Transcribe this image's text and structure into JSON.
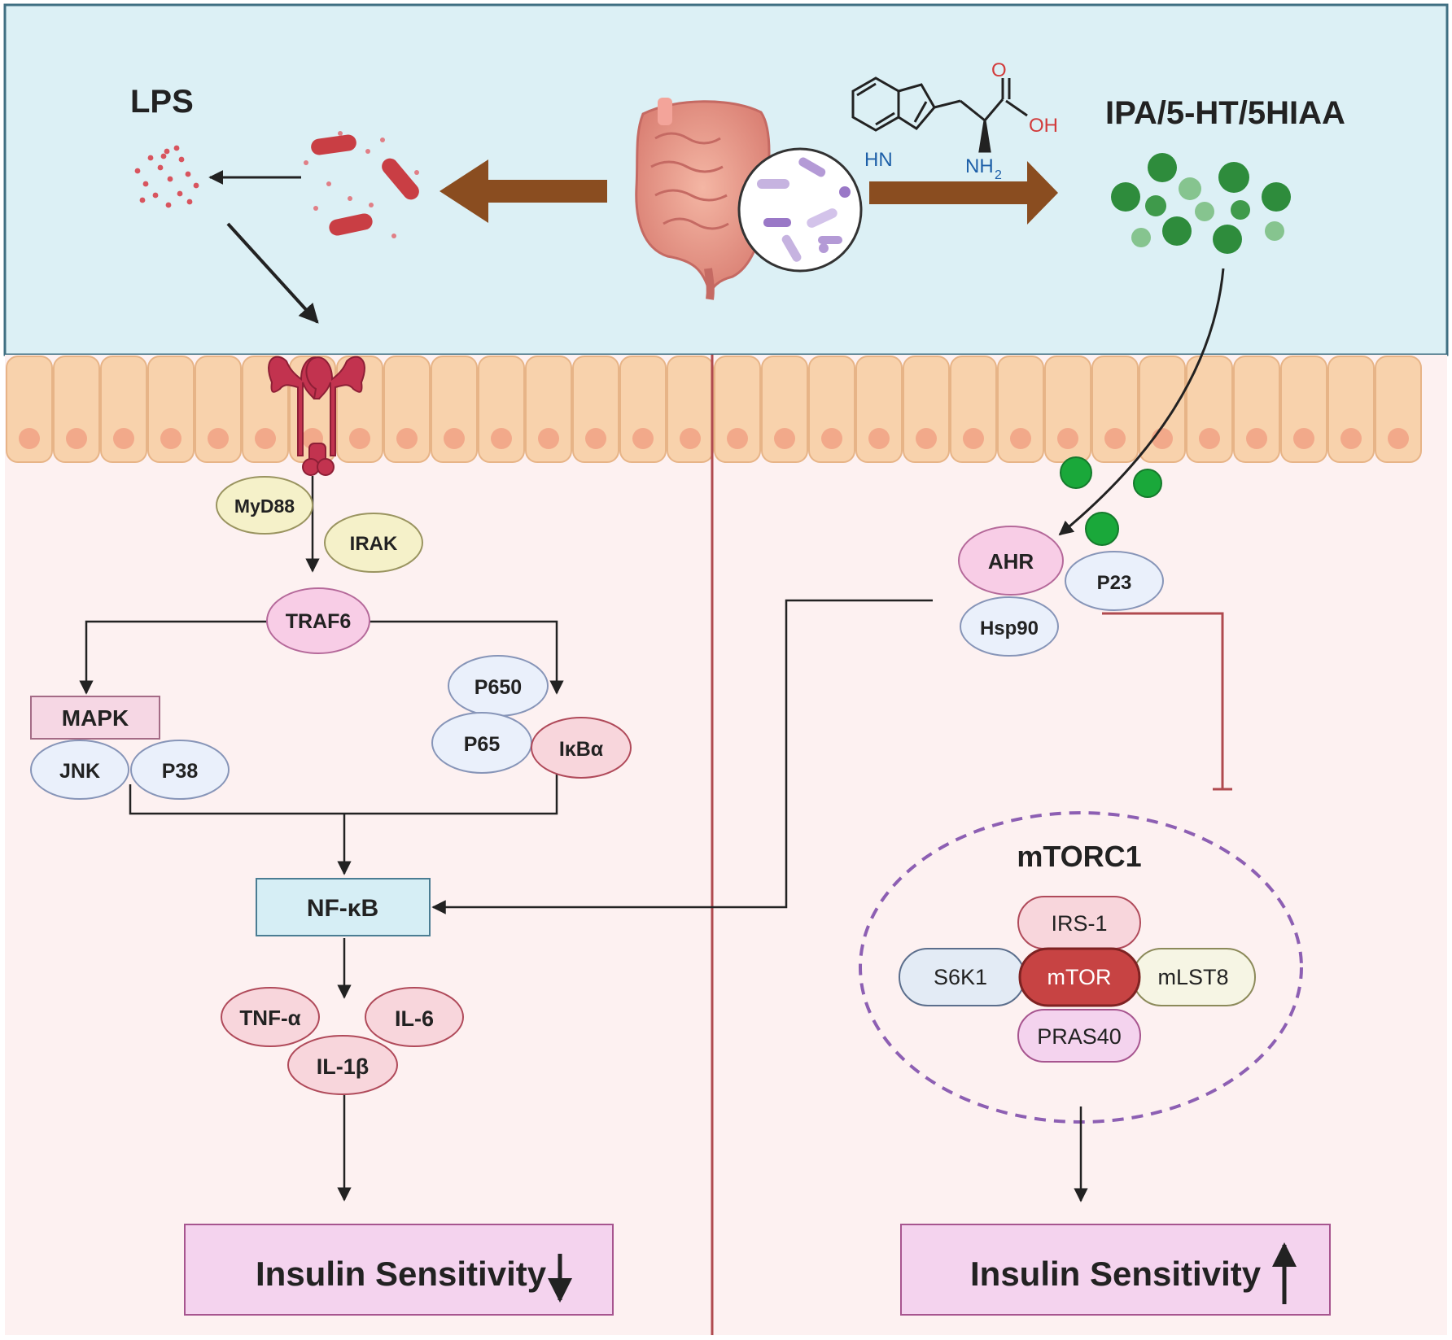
{
  "lumen": {
    "lps_label": "LPS",
    "metabolites_label": "IPA/5-HT/5HIAA",
    "molecule": {
      "hn": "HN",
      "nh2": "NH",
      "nh2_sub": "2",
      "o": "O",
      "oh": "OH"
    }
  },
  "left_pathway": {
    "myd88": "MyD88",
    "irak": "IRAK",
    "traf6": "TRAF6",
    "mapk": "MAPK",
    "jnk": "JNK",
    "p38": "P38",
    "p650": "P650",
    "p65": "P65",
    "ikba": "IκBα",
    "nfkb": "NF-κB",
    "tnfa": "TNF-α",
    "il6": "IL-6",
    "il1b": "IL-1β",
    "outcome": "Insulin Sensitivity"
  },
  "right_pathway": {
    "ahr": "AHR",
    "p23": "P23",
    "hsp90": "Hsp90",
    "mtorc1": "mTORC1",
    "irs1": "IRS-1",
    "s6k1": "S6K1",
    "mtor": "mTOR",
    "mlst8": "mLST8",
    "pras40": "PRAS40",
    "outcome": "Insulin Sensitivity"
  },
  "colors": {
    "lumen_bg": "#dcf0f5",
    "tissue_bg": "#fdf1f1",
    "cell_fill": "#f8d2ac",
    "nucleus": "#f2a98a",
    "divider": "#b04a4f",
    "brown_arrow": "#8a4d20",
    "green": "#2e8c3c",
    "mtor_red": "#c74343",
    "dashed_purple": "#8d5fb3"
  }
}
